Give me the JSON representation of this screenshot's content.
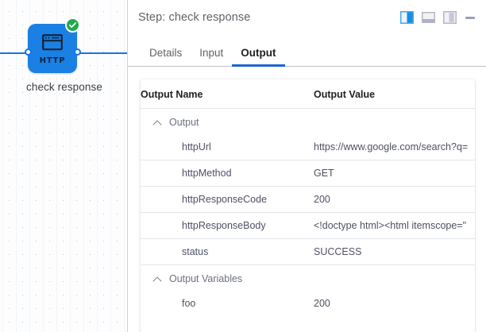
{
  "canvas": {
    "node": {
      "icon": "http-browser-icon",
      "glyph_label": "HTTP",
      "label": "check response",
      "status_icon": "check-circle-icon",
      "status_color": "#22a94b",
      "node_color": "#1b80e3"
    }
  },
  "panel": {
    "header": {
      "title": "Step: check response",
      "actions": [
        {
          "name": "layout-split-right-icon",
          "active": true
        },
        {
          "name": "layout-bottom-panel-icon",
          "active": false
        },
        {
          "name": "layout-right-panel-icon",
          "active": false
        },
        {
          "name": "minimize-icon",
          "active": false
        }
      ]
    },
    "tabs": [
      {
        "label": "Details",
        "active": false
      },
      {
        "label": "Input",
        "active": false
      },
      {
        "label": "Output",
        "active": true
      }
    ],
    "accent_color": "#1a64d4",
    "table": {
      "headers": [
        "Output Name",
        "Output Value"
      ],
      "groups": [
        {
          "label": "Output",
          "expanded": true,
          "rows": [
            {
              "name": "httpUrl",
              "value": "https://www.google.com/search?q="
            },
            {
              "name": "httpMethod",
              "value": "GET"
            },
            {
              "name": "httpResponseCode",
              "value": "200"
            },
            {
              "name": "httpResponseBody",
              "value": "<!doctype html><html itemscope=\""
            },
            {
              "name": "status",
              "value": "SUCCESS"
            }
          ]
        },
        {
          "label": "Output Variables",
          "expanded": true,
          "rows": [
            {
              "name": "foo",
              "value": "200"
            }
          ]
        }
      ]
    }
  }
}
